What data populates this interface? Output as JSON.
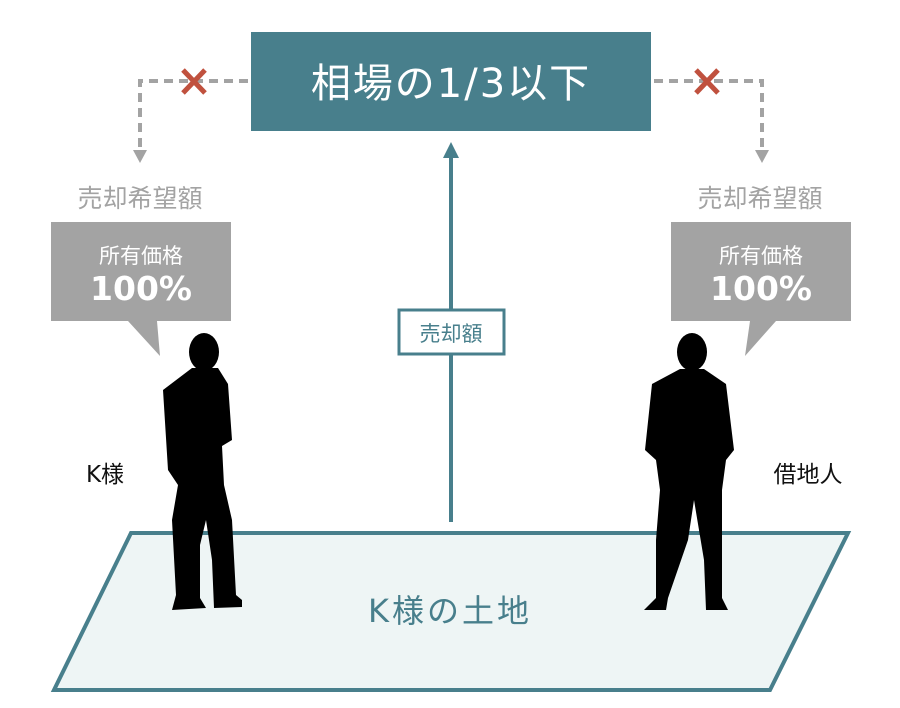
{
  "top_box": {
    "label": "相場の1/3以下"
  },
  "sale_label": "売却額",
  "left": {
    "caption": "売却希望額",
    "bubble_line1": "所有価格",
    "bubble_line2": "100%",
    "person_label": "K様"
  },
  "right": {
    "caption": "売却希望額",
    "bubble_line1": "所有価格",
    "bubble_line2": "100%",
    "person_label": "借地人"
  },
  "land_label": "K様の土地",
  "colors": {
    "teal": "#487f8c",
    "gray": "#a3a3a3",
    "red": "#c0513e",
    "land_fill": "#eef5f5"
  }
}
